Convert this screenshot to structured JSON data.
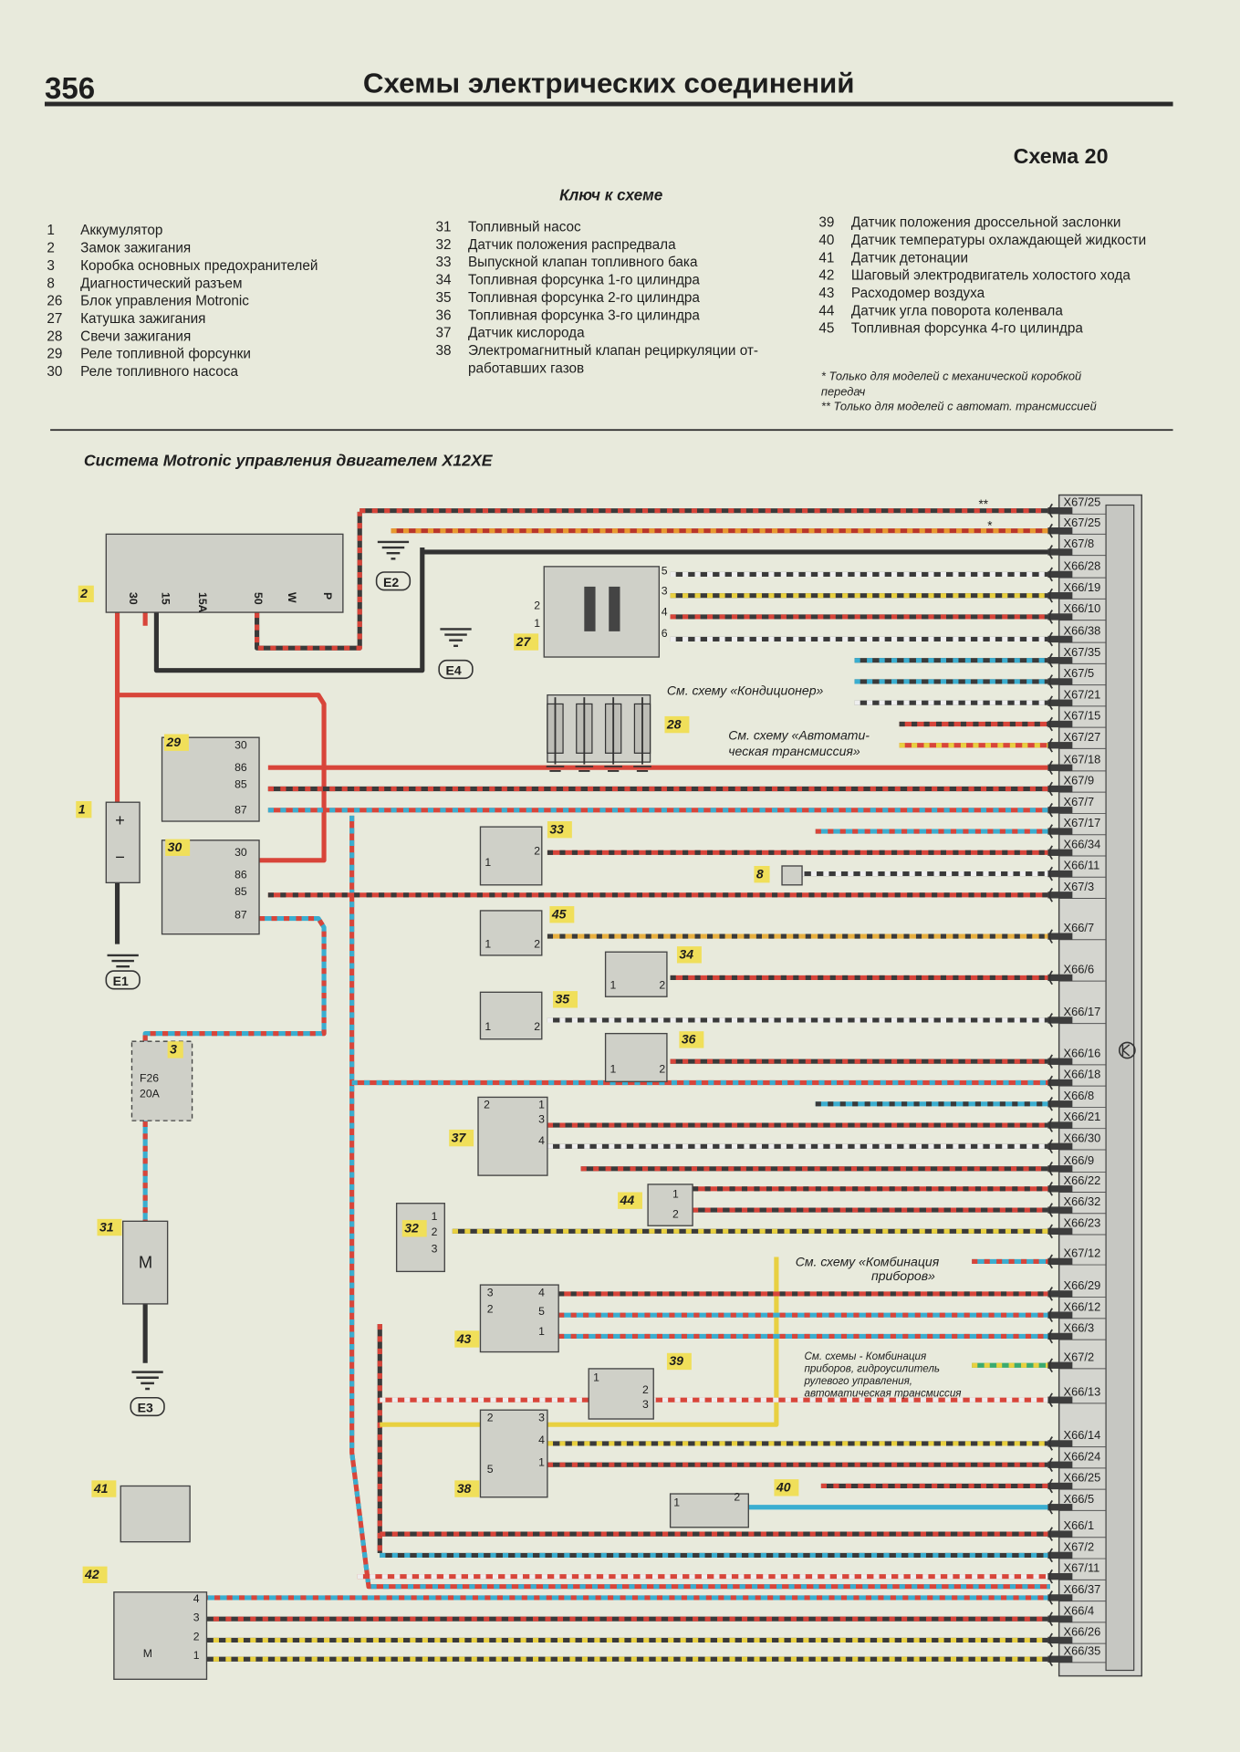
{
  "header": {
    "page_number": "356",
    "title": "Схемы электрических соединений"
  },
  "scheme_label": "Схема 20",
  "key": {
    "title": "Ключ к схеме",
    "col1": [
      {
        "num": "1",
        "text": "Аккумулятор"
      },
      {
        "num": "2",
        "text": "Замок зажигания"
      },
      {
        "num": "3",
        "text": "Коробка основных предохранителей"
      },
      {
        "num": "8",
        "text": "Диагностический разъем"
      },
      {
        "num": "26",
        "text": "Блок управления Motronic"
      },
      {
        "num": "27",
        "text": "Катушка зажигания"
      },
      {
        "num": "28",
        "text": "Свечи зажигания"
      },
      {
        "num": "29",
        "text": "Реле топливной форсунки"
      },
      {
        "num": "30",
        "text": "Реле топливного насоса"
      }
    ],
    "col2": [
      {
        "num": "31",
        "text": "Топливный насос"
      },
      {
        "num": "32",
        "text": "Датчик положения распредвала"
      },
      {
        "num": "33",
        "text": "Выпускной клапан топливного бака"
      },
      {
        "num": "34",
        "text": "Топливная форсунка 1-го цилиндра"
      },
      {
        "num": "35",
        "text": "Топливная форсунка 2-го цилиндра"
      },
      {
        "num": "36",
        "text": "Топливная форсунка 3-го цилиндра"
      },
      {
        "num": "37",
        "text": "Датчик кислорода"
      },
      {
        "num": "38",
        "text": "Электромагнитный клапан рециркуляции от-",
        "text2": "работавших газов"
      }
    ],
    "col3": [
      {
        "num": "39",
        "text": "Датчик положения дроссельной заслонки"
      },
      {
        "num": "40",
        "text": "Датчик температуры охлаждающей жидкости"
      },
      {
        "num": "41",
        "text": "Датчик детонации"
      },
      {
        "num": "42",
        "text": "Шаговый электродвигатель холостого хода"
      },
      {
        "num": "43",
        "text": "Расходомер воздуха"
      },
      {
        "num": "44",
        "text": "Датчик угла поворота коленвала"
      },
      {
        "num": "45",
        "text": "Топливная форсунка 4-го цилиндра"
      }
    ],
    "footnotes": [
      "* Только для моделей с механической коробкой",
      "передач",
      "** Только для моделей с автомат.  трансмиссией"
    ]
  },
  "diagram": {
    "title": "Система Motronic управления двигателем X12XE",
    "ecu_symbol": "transistor",
    "marks": {
      "double_star": "**",
      "star": "*"
    },
    "notes": {
      "aircon": "См. схему «Кондиционер»",
      "auto_trans_1": "См. схему «Автомати-",
      "auto_trans_2": "ческая трансмиссия»",
      "cluster_1": "См. схему «Комбинация",
      "cluster_2": "приборов»",
      "multi_1": "См. схемы - Комбинация",
      "multi_2": "приборов, гидроусилитель",
      "multi_3": "рулевого управления,",
      "multi_4": "автоматическая трансмиссия"
    },
    "grounds": {
      "E1": "E1",
      "E2": "E2",
      "E3": "E3",
      "E4": "E4"
    },
    "components": {
      "c2": {
        "tag": "2",
        "pins": [
          "30",
          "15",
          "15A",
          "50",
          "W",
          "P"
        ]
      },
      "c27": {
        "tag": "27",
        "pins": [
          "5",
          "3",
          "4",
          "6",
          "2",
          "1"
        ]
      },
      "c28": {
        "tag": "28",
        "pins": []
      },
      "c29": {
        "tag": "29",
        "pins": [
          "30",
          "86",
          "85",
          "87"
        ]
      },
      "c30": {
        "tag": "30",
        "pins": [
          "30",
          "86",
          "85",
          "87"
        ]
      },
      "c1": {
        "tag": "1",
        "pins": [
          "+",
          "−"
        ]
      },
      "c3": {
        "tag": "3",
        "pins": [
          "F26",
          "20A"
        ]
      },
      "c31": {
        "tag": "31",
        "pins": [
          "M"
        ]
      },
      "c33": {
        "tag": "33",
        "pins": [
          "1",
          "2"
        ]
      },
      "c8": {
        "tag": "8",
        "pins": []
      },
      "c45": {
        "tag": "45",
        "pins": [
          "1",
          "2"
        ]
      },
      "c34": {
        "tag": "34",
        "pins": [
          "1",
          "2"
        ]
      },
      "c35": {
        "tag": "35",
        "pins": [
          "1",
          "2"
        ]
      },
      "c36": {
        "tag": "36",
        "pins": [
          "1",
          "2"
        ]
      },
      "c37": {
        "tag": "37",
        "pins": [
          "2",
          "1",
          "3",
          "4"
        ]
      },
      "c44": {
        "tag": "44",
        "pins": [
          "1",
          "2"
        ]
      },
      "c32": {
        "tag": "32",
        "pins": [
          "1",
          "2",
          "3"
        ]
      },
      "c43": {
        "tag": "43",
        "pins": [
          "3",
          "2",
          "4",
          "5",
          "1"
        ]
      },
      "c39": {
        "tag": "39",
        "pins": [
          "1",
          "2",
          "3"
        ]
      },
      "c38": {
        "tag": "38",
        "pins": [
          "2",
          "5",
          "3",
          "4",
          "1"
        ]
      },
      "c40": {
        "tag": "40",
        "pins": [
          "1",
          "2"
        ]
      },
      "c41": {
        "tag": "41",
        "pins": []
      },
      "c42": {
        "tag": "42",
        "pins": [
          "4",
          "3",
          "2",
          "1",
          "M"
        ]
      }
    },
    "ecu_pins": [
      {
        "label": "X67/25",
        "colors": [
          "#3a3a3a",
          "#d8453a"
        ]
      },
      {
        "label": "X67/25",
        "colors": [
          "#b8362c",
          "#e89a30"
        ]
      },
      {
        "label": "X67/8",
        "colors": [
          "#333333",
          null
        ]
      },
      {
        "label": "X66/28",
        "colors": [
          "#3a3a3a",
          "#eeeeee"
        ]
      },
      {
        "label": "X66/19",
        "colors": [
          "#3a3a3a",
          "#e8d040"
        ]
      },
      {
        "label": "X66/10",
        "colors": [
          "#3a3a3a",
          "#d8453a"
        ]
      },
      {
        "label": "X66/38",
        "colors": [
          "#3a3a3a",
          "#eeeeee"
        ]
      },
      {
        "label": "X67/35",
        "colors": [
          "#3a3a3a",
          "#3aaed0"
        ]
      },
      {
        "label": "X67/5",
        "colors": [
          "#3a3a3a",
          "#3aaed0"
        ]
      },
      {
        "label": "X67/21",
        "colors": [
          "#3a3a3a",
          "#eeeeee"
        ]
      },
      {
        "label": "X67/15",
        "colors": [
          "#d8453a",
          "#3a3a3a"
        ]
      },
      {
        "label": "X67/27",
        "colors": [
          "#d8453a",
          "#e8d040"
        ]
      },
      {
        "label": "X67/18",
        "colors": [
          "#d8453a",
          null
        ]
      },
      {
        "label": "X67/9",
        "colors": [
          "#3a3a3a",
          "#d8453a"
        ]
      },
      {
        "label": "X67/7",
        "colors": [
          "#d8453a",
          "#3aaed0"
        ]
      },
      {
        "label": "X67/17",
        "colors": [
          "#3aaed0",
          "#d8453a"
        ]
      },
      {
        "label": "X66/34",
        "colors": [
          "#d8453a",
          "#3a3a3a"
        ]
      },
      {
        "label": "X66/11",
        "colors": [
          "#3a3a3a",
          "#eeeeee"
        ]
      },
      {
        "label": "X67/3",
        "colors": [
          "#d8453a",
          "#3a3a3a"
        ]
      },
      {
        "label": "X66/7",
        "colors": [
          "#e8b040",
          "#3a3a3a"
        ]
      },
      {
        "label": "X66/6",
        "colors": [
          "#d8453a",
          "#3a3a3a"
        ]
      },
      {
        "label": "X66/17",
        "colors": [
          "#3a3a3a",
          "#eeeeee"
        ]
      },
      {
        "label": "X66/16",
        "colors": [
          "#3a3a3a",
          "#d8453a"
        ]
      },
      {
        "label": "X66/18",
        "colors": [
          "#d8453a",
          "#3aaed0"
        ]
      },
      {
        "label": "X66/8",
        "colors": [
          "#3aaed0",
          "#3a3a3a"
        ]
      },
      {
        "label": "X66/21",
        "colors": [
          "#3a3a3a",
          "#d8453a"
        ]
      },
      {
        "label": "X66/30",
        "colors": [
          "#3a3a3a",
          "#eeeeee"
        ]
      },
      {
        "label": "X66/9",
        "colors": [
          "#3a3a3a",
          "#d8453a"
        ]
      },
      {
        "label": "X66/22",
        "colors": [
          "#d8453a",
          "#3a3a3a"
        ]
      },
      {
        "label": "X66/32",
        "colors": [
          "#3a3a3a",
          "#d8453a"
        ]
      },
      {
        "label": "X66/23",
        "colors": [
          "#3a3a3a",
          "#e8d040"
        ]
      },
      {
        "label": "X67/12",
        "colors": [
          "#3aaed0",
          "#d8453a"
        ]
      },
      {
        "label": "X66/29",
        "colors": [
          "#d8453a",
          "#3a3a3a"
        ]
      },
      {
        "label": "X66/12",
        "colors": [
          "#3aaed0",
          "#d8453a"
        ]
      },
      {
        "label": "X66/3",
        "colors": [
          "#3aaed0",
          "#d8453a"
        ]
      },
      {
        "label": "X67/2",
        "colors": [
          "#3aaa70",
          "#e8d040"
        ]
      },
      {
        "label": "X66/13",
        "colors": [
          "#d8453a",
          "#eeeeee"
        ]
      },
      {
        "label": "X66/14",
        "colors": [
          "#3a3a3a",
          "#e8d040"
        ]
      },
      {
        "label": "X66/24",
        "colors": [
          "#3a3a3a",
          "#d8453a"
        ]
      },
      {
        "label": "X66/25",
        "colors": [
          "#3a3a3a",
          "#d8453a"
        ]
      },
      {
        "label": "X66/5",
        "colors": [
          "#3aaed0",
          null
        ]
      },
      {
        "label": "X66/1",
        "colors": [
          "#3a3a3a",
          "#d8453a"
        ]
      },
      {
        "label": "X67/2",
        "colors": [
          "#3a3a3a",
          "#3aaed0"
        ]
      },
      {
        "label": "X67/11",
        "colors": [
          "#d8453a",
          "#eeeeee"
        ]
      },
      {
        "label": "X66/37",
        "colors": [
          "#3aaed0",
          "#d8453a"
        ]
      },
      {
        "label": "X66/4",
        "colors": [
          "#3a3a3a",
          "#d8453a"
        ]
      },
      {
        "label": "X66/26",
        "colors": [
          "#3a3a3a",
          "#e8d040"
        ]
      },
      {
        "label": "X66/35",
        "colors": [
          "#3a3a3a",
          "#e8d040"
        ]
      }
    ]
  },
  "colors": {
    "paper": "#e8eadc",
    "component": "#cfd0c8",
    "tag": "#f0df5a",
    "ecu_inner": "#c6c7c2"
  }
}
